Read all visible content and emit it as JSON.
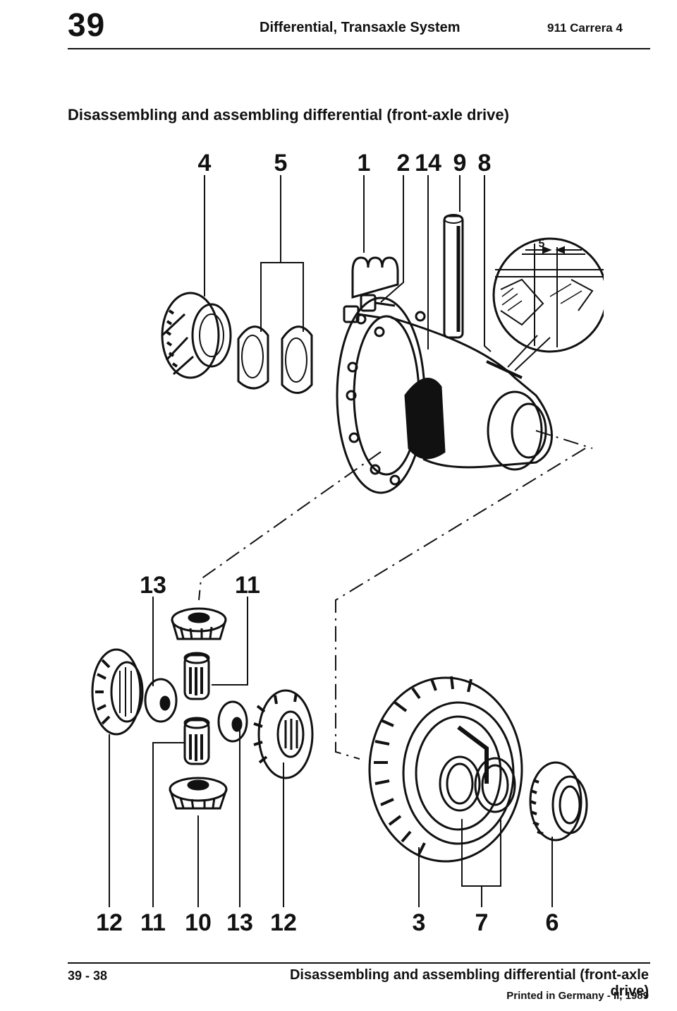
{
  "header": {
    "chapter": "39",
    "title": "Differential, Transaxle System",
    "model": "911 Carrera 4"
  },
  "section_title": "Disassembling and assembling differential (front-axle drive)",
  "diagram": {
    "callouts_top": [
      "4",
      "5",
      "1",
      "2",
      "14",
      "9",
      "8"
    ],
    "callouts_mid": [
      "13",
      "11"
    ],
    "callouts_bottom": [
      "12",
      "11",
      "10",
      "13",
      "12",
      "3",
      "7",
      "6"
    ],
    "detail_dimension": "5"
  },
  "footer": {
    "page_number": "39 - 38",
    "title": "Disassembling and assembling differential (front-axle drive)",
    "printed": "Printed in Germany - II, 1989"
  }
}
